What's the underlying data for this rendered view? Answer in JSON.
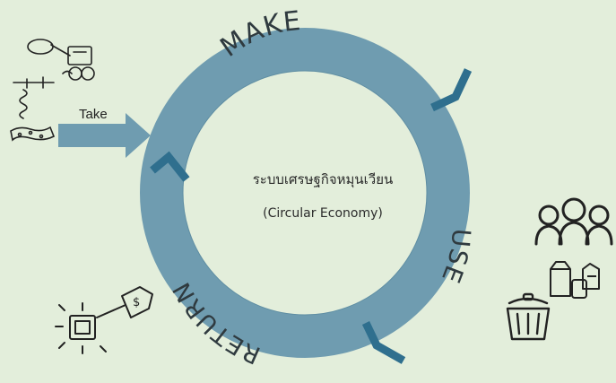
{
  "diagram": {
    "center": {
      "title": "ระบบเศรษฐกิจหมุนเวียน",
      "subtitle": "(Circular Economy)"
    },
    "stages": [
      {
        "id": "make",
        "label": "MAKE"
      },
      {
        "id": "use",
        "label": "USE"
      },
      {
        "id": "return",
        "label": "RETURN"
      }
    ],
    "input": {
      "label": "Take"
    },
    "icons": {
      "raw_materials": "raw-materials-sketch-icon",
      "people": "people-group-icon",
      "products": "product-packages-icon",
      "waste": "trash-bin-icon",
      "resale": "price-tag-icon"
    },
    "colors": {
      "background": "#e3eedb",
      "ring": "#6f9cb0",
      "ring_dark": "#2f6f8e",
      "arrow": "#6f9cb0",
      "text": "#2f3a3f"
    }
  }
}
